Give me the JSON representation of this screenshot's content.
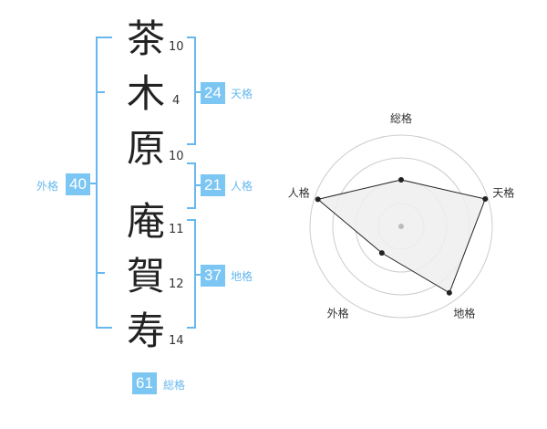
{
  "name": {
    "chars": [
      {
        "char": "茶",
        "strokes": "10"
      },
      {
        "char": "木",
        "strokes": "4"
      },
      {
        "char": "原",
        "strokes": "10"
      },
      {
        "char": "庵",
        "strokes": "11"
      },
      {
        "char": "賀",
        "strokes": "12"
      },
      {
        "char": "寿",
        "strokes": "14"
      }
    ]
  },
  "fortunes": {
    "tenkaku": {
      "value": "24",
      "label": "天格"
    },
    "jinkaku": {
      "value": "21",
      "label": "人格"
    },
    "chikaku": {
      "value": "37",
      "label": "地格"
    },
    "gaikaku": {
      "value": "40",
      "label": "外格"
    },
    "soukaku": {
      "value": "61",
      "label": "総格"
    }
  },
  "chart_data": {
    "type": "radar",
    "axes": [
      "総格",
      "天格",
      "地格",
      "外格",
      "人格"
    ],
    "values": [
      0.51,
      0.97,
      0.9,
      0.36,
      0.96
    ],
    "range": [
      0,
      1
    ],
    "rings": 4,
    "grid": true,
    "colors": {
      "fill": "#eeeeee",
      "line": "#222222",
      "grid": "#cccccc",
      "center": "#bbbbbb"
    }
  }
}
